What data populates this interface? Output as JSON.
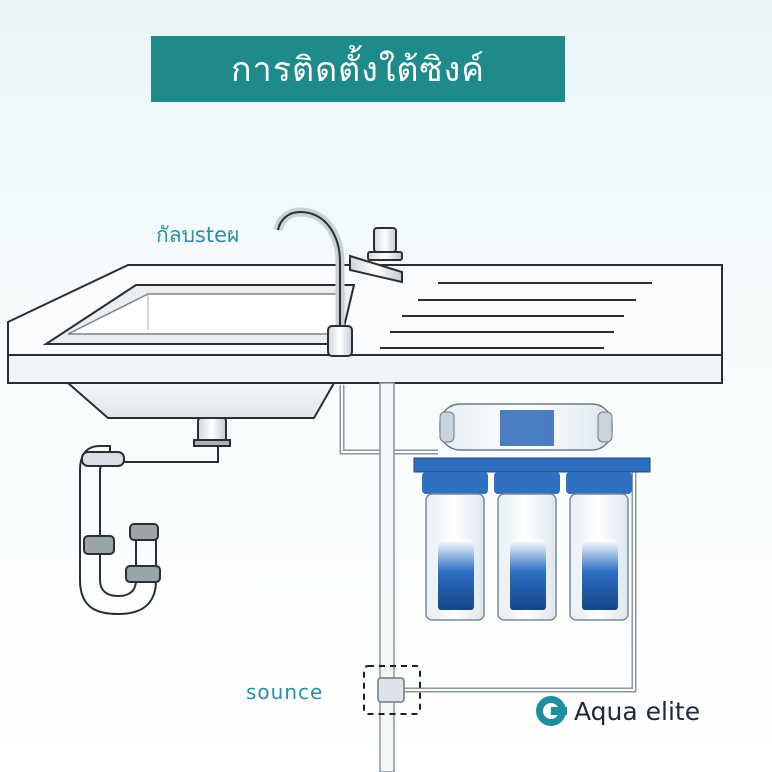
{
  "title": "การติดตั้งใต้ซิงค์",
  "labels": {
    "faucet": "กัลบsteผ",
    "source": "sounce"
  },
  "brand": {
    "name": "Aqua elite",
    "logo_icon": "aqua-elite-logo-icon"
  },
  "colors": {
    "banner": "#1e8a8a",
    "label": "#2a8fa8",
    "filter_cap": "#2f6fbf",
    "brand_text": "#1c2a3a"
  }
}
